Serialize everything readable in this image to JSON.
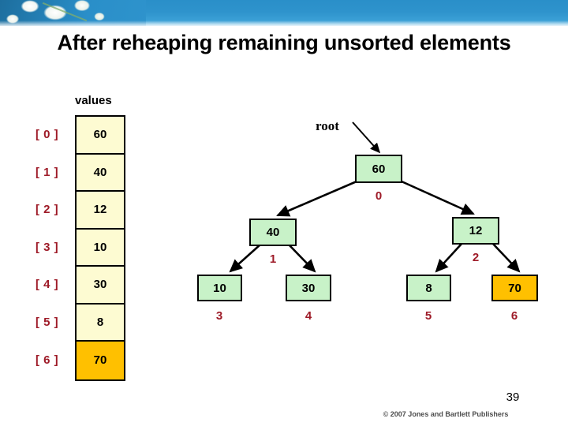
{
  "slide": {
    "title": "After reheaping remaining unsorted elements",
    "slide_number": "39",
    "copyright": "© 2007 Jones and Bartlett Publishers"
  },
  "colors": {
    "banner_blue": "#2e93cc",
    "array_cell": "#fdfbd2",
    "node_green": "#c8f2c8",
    "highlight_orange": "#ffc000",
    "index_red": "#9e1b28",
    "border_black": "#000000"
  },
  "array": {
    "label": "values",
    "cells": [
      {
        "index": "[ 0 ]",
        "value": "60",
        "highlighted": false
      },
      {
        "index": "[ 1 ]",
        "value": "40",
        "highlighted": false
      },
      {
        "index": "[ 2 ]",
        "value": "12",
        "highlighted": false
      },
      {
        "index": "[ 3 ]",
        "value": "10",
        "highlighted": false
      },
      {
        "index": "[ 4 ]",
        "value": "30",
        "highlighted": false
      },
      {
        "index": "[ 5 ]",
        "value": "8",
        "highlighted": false
      },
      {
        "index": "[ 6 ]",
        "value": "70",
        "highlighted": true
      }
    ]
  },
  "tree": {
    "root_label": "root",
    "nodes": [
      {
        "value": "60",
        "index": "0",
        "highlighted": false
      },
      {
        "value": "40",
        "index": "1",
        "highlighted": false
      },
      {
        "value": "12",
        "index": "2",
        "highlighted": false
      },
      {
        "value": "10",
        "index": "3",
        "highlighted": false
      },
      {
        "value": "30",
        "index": "4",
        "highlighted": false
      },
      {
        "value": "8",
        "index": "5",
        "highlighted": false
      },
      {
        "value": "70",
        "index": "6",
        "highlighted": true
      }
    ]
  }
}
